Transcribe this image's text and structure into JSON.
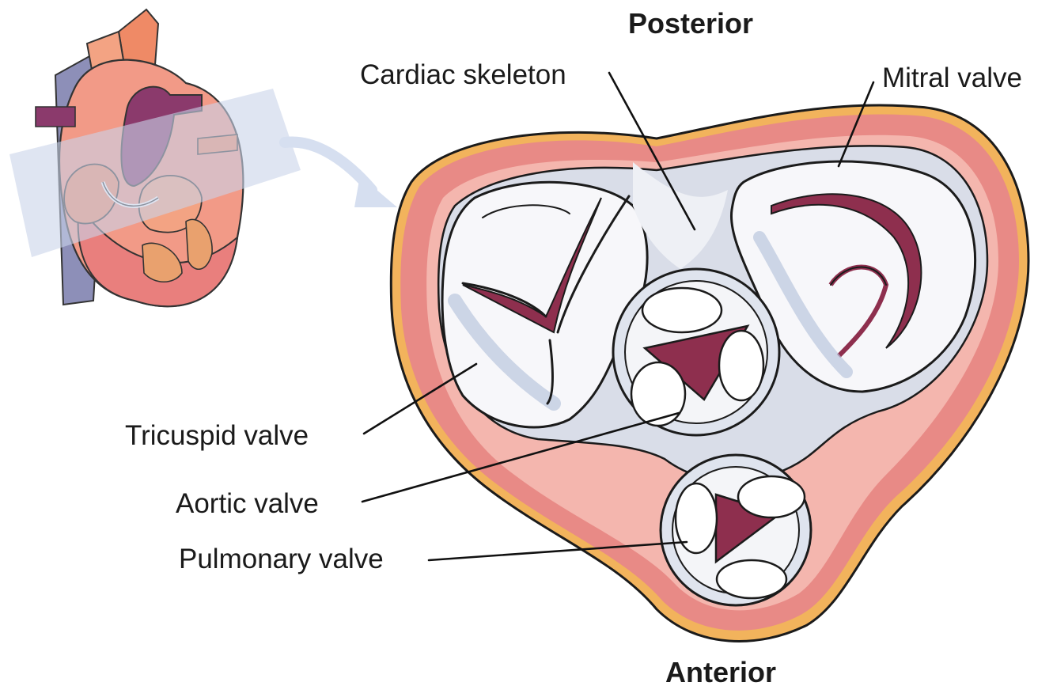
{
  "labels": {
    "posterior": "Posterior",
    "anterior": "Anterior",
    "cardiac_skeleton": "Cardiac skeleton",
    "mitral_valve": "Mitral valve",
    "tricuspid_valve": "Tricuspid valve",
    "aortic_valve": "Aortic valve",
    "pulmonary_valve": "Pulmonary valve"
  },
  "colors": {
    "muscle": "#e88a86",
    "muscle_light": "#f4b6ae",
    "fat": "#f2b35c",
    "valve_tissue": "#8e2f4e",
    "annulus": "#d9dde8",
    "blue_shade": "#b9c6dd",
    "heart_orange": "#ef8a66",
    "heart_purple": "#8b3a6c",
    "plane": "#c9d3ea",
    "arrow": "#d6dff0"
  }
}
